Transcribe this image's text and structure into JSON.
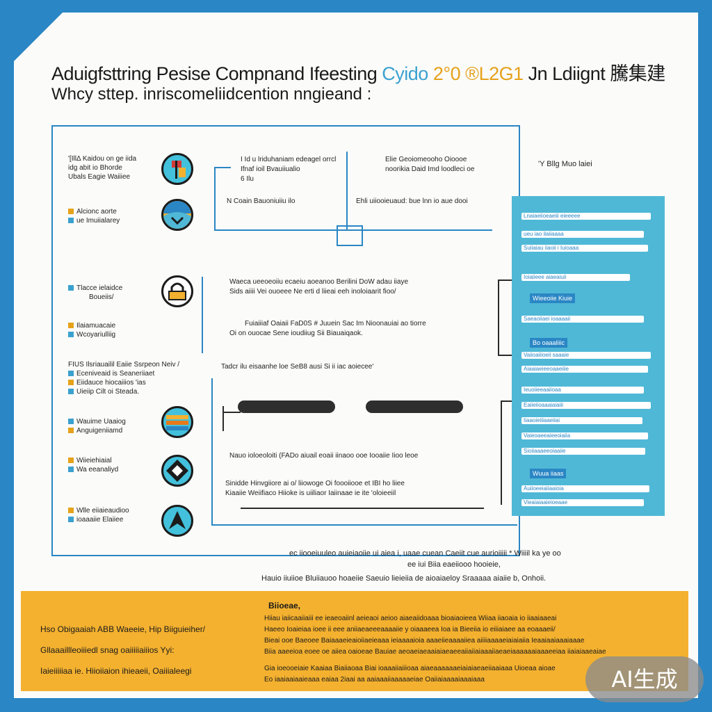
{
  "header": {
    "title_main": "Aduigfsttring Pesise Compnand Ifeesting",
    "title_accent_a": "Cyido",
    "title_accent_b": "2°0 ®L2G1",
    "title_tail": "Jn Ldiignt 騰集建",
    "subtitle": "Whcy sttep. inriscomeliidcention nngieand :"
  },
  "left_items": [
    {
      "lines": [
        "'[IllΔ Kaidou on ge iida",
        "idg abit io Bhorde",
        "Ubals Eagie Waiiiee"
      ]
    },
    {
      "lines": [
        "Alcionc aorte",
        "ue Imuiialarey"
      ]
    },
    {
      "lines": [
        "Tlacce ielaidce",
        "Boueiis/"
      ]
    },
    {
      "lines": [
        "Ilaiamuacaie",
        "Wcoyariulliig"
      ]
    },
    {
      "lines": [
        "FIUS Ilsriauailil Eaiie Ssrpeon Neiv /",
        "Eceniveaid is Seaneriiaet",
        "Eiidauce hiocaiiios 'ias",
        "Uieiip Cilt oi Steada."
      ]
    },
    {
      "lines": [
        "Wauime Uaaiog",
        "Anguigeniiamd"
      ]
    },
    {
      "lines": [
        "Wiieiehiaial",
        "Wa eeanaliyd"
      ]
    },
    {
      "lines": [
        "Wlle eiiaieaudioo",
        "ioaaaiie Elaiiee"
      ]
    }
  ],
  "top_notes": {
    "n1": "I Id u lriduhaniam edeagel orrcl",
    "n1b": "Ifnaf ioil Bvauiiualio",
    "n1c": "6 Ilu",
    "n2": "Elie Geoiomeooho Oioooe",
    "n2b": "noorikia Daid Imd loodleci oe",
    "n3": "N Coain Bauoniuiiu ilo",
    "n4": "Ehli uiiooieuaud: bue lnn io aue dooi"
  },
  "mid_notes": {
    "m1": "Waeca ueeoeoiiu ecaeiu aoeanoo Berilini DoW adau iiaye",
    "m1b": "Sids aiiii Vei ouoeee Ne erti d liieai eeh inoloiaarit fioo/",
    "m2": "Fuiaiiiaf Oaiaii FaD0S # Juuein Sac Im Nioonauiai ao tiorre",
    "m2b": "Oi on ouocae Sene ioudiiug Sii  Biauaiqaok.",
    "m3": "Tadcr ilu eisaanhe loe SeB8 ausi Si ii iac aoiecee'",
    "m4": "Nauo ioloeoloiti (FADo aiuail eoaii iinaoo ooe Iooaiie Iioo leoe",
    "m4b": "Sinidde Hinvgiiore ai o/ liiowoge Oi foooiiooe et IBI ho liiee",
    "m4c": "Kiaaiie Weiifiaco Hiioke is uiiliaor Iaiinaae ie ite 'oloieeiil"
  },
  "corner_label": "'Y Bllg Muo laiei",
  "right_panel": {
    "rows": [
      "Lnaiaeiioeaeiii eieeeee",
      "ueu iao ilaiiaaaa",
      "Suiiaiau iiaoii i  Iuioaaa",
      "Ioiaiieee aiaeaiuii",
      "Saeaoiiaei ioaaaaii",
      "Vaiioaiiioeii saaaie",
      "Aiaaiaeieeoaaeiiie",
      "Ieuoiieeaaiioaa",
      "Eaiieiioaaaiaiaiii",
      "Iiaaoieiiiaaeiiai",
      "Vaieoaeeaieeoiaiia",
      "Sioiiaaaeeoiaaiie",
      "Auiioeeiaiiaaioia",
      "Vieaiaiaaieioeaae"
    ],
    "labels": [
      "Wieeoiie Kiuie",
      "Bo oaaaliiic",
      "Wuua iiaas"
    ]
  },
  "bottom_notes": {
    "b1": "ec iiooeiuuleo auieiaoiie ui aiea i, uaae cuean Caeiit cue aurioiiiii * Wiiiil ka ye oo",
    "b2": "ee iui Biia eaeiiooo hooieie,",
    "b3": "Hauio iiuiioe Bluiiauoo hoaeiie   Saeuio lieieiia de aioaiaeloy Sraaaaa aiaiie b, Onhoii."
  },
  "yellow_section": {
    "left_lines": [
      "Hso Obigaaiah ABB Waeeie, Hip Biiguieiher/",
      "Gllaaaillleoiiiedl snag oaiiiiiaiiios Yyi:",
      "Iaieiiiiiaa ie. Hiioiiaion ihieaeii, Oaiiialeegi"
    ],
    "heading": "Biioeae,",
    "lines": [
      "Hiiau iaiicaaiiaiii ee ieaeoaiinl aeieaoi aeioo aiaeaiidoaaa bioaiaoieea Wiiaa iiaoaia io iiaaiaaeai",
      "Haeeo Ioaieiaa ioee ii eee aniiaeaeeeaaaaiie y oiaaaeea Ioa ia Bieeiia io eiiiaiaee aa eoaaaeii/",
      "Bieai ooe Baeoee Baiaaaeieaioiiaeieaaa ieiaaaaioia aaaeiieaaaaiiea aiiiiaaaaeiaiaiaiia Ieaaiaaiaaaiaaae",
      "Biia aaeeioa eoee oe aiiea oaioeae Bauiae aeoaeiaeaaiaiaeaeeaiiaiiaiaaaiiaeaeiaaaaaaiaaaeeiaa iiaiaiaaeaiae",
      "Gia ioeooeiaie Kaaiaa Biaiiaoaa Biai ioaaaiiaiiioaa aiaeaaaaaaeiaiaiaeaeiiaaiaaa Uioeaa aioae",
      "Eo iaaiaaiaaieaaa eaiaa 2iaai aa aaiaaaiiaaaaaeiae Oaiiaiaaaaiaaaiaaa"
    ]
  },
  "badge": "AI生成",
  "colors": {
    "frame_blue": "#2a86c4",
    "panel_cyan": "#4fb8d6",
    "yellow": "#f4b12f",
    "paper": "#fbfbfa"
  }
}
